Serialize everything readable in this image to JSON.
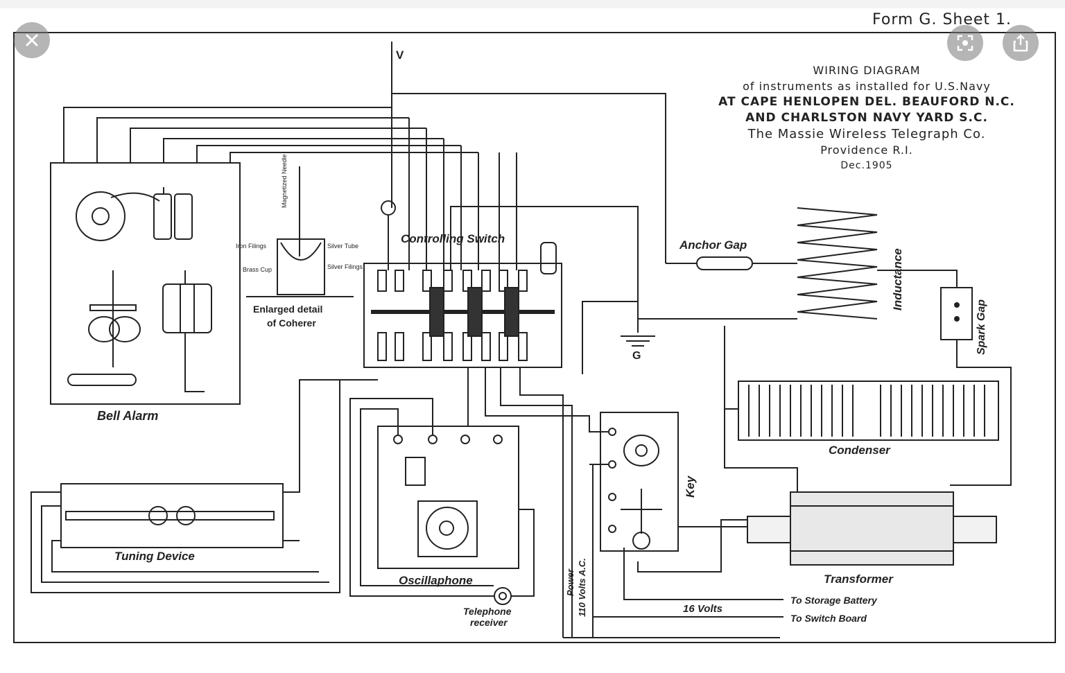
{
  "header": {
    "form_label": "Form G. Sheet 1."
  },
  "title_block": {
    "line1": "WIRING DIAGRAM",
    "line2": "of instruments as installed for U.S.Navy",
    "line3": "AT CAPE HENLOPEN DEL. BEAUFORD N.C.",
    "line4": "AND CHARLSTON NAVY YARD S.C.",
    "line5": "The Massie Wireless Telegraph Co.",
    "line6": "Providence R.I.",
    "line7": "Dec.1905"
  },
  "labels": {
    "antenna": "V",
    "bell_alarm": "Bell Alarm",
    "controlling_switch": "Controlling Switch",
    "coherer_detail_1": "Enlarged detail",
    "coherer_detail_2": "of Coherer",
    "coherer_iron": "Iron Filings",
    "coherer_brass": "Brass Cup",
    "coherer_silver_tube": "Silver Tube",
    "coherer_silver_filings": "Silver Filings",
    "coherer_magnetized": "Magnetized Needle",
    "anchor_gap": "Anchor Gap",
    "inductance": "Inductance",
    "spark_gap": "Spark Gap",
    "ground": "G",
    "condenser": "Condenser",
    "key": "Key",
    "transformer": "Transformer",
    "tuning_device": "Tuning Device",
    "oscillaphone": "Oscillaphone",
    "telephone_1": "Telephone",
    "telephone_2": "receiver",
    "power_1": "Power",
    "power_2": "110 Volts A.C.",
    "sixteen_volts": "16 Volts",
    "to_storage": "To Storage Battery",
    "to_switch": "To Switch Board"
  },
  "overlay": {
    "close_icon": "close-icon",
    "lens_icon": "lens-search-icon",
    "share_icon": "share-icon",
    "button_color": "#7a7a7a"
  }
}
